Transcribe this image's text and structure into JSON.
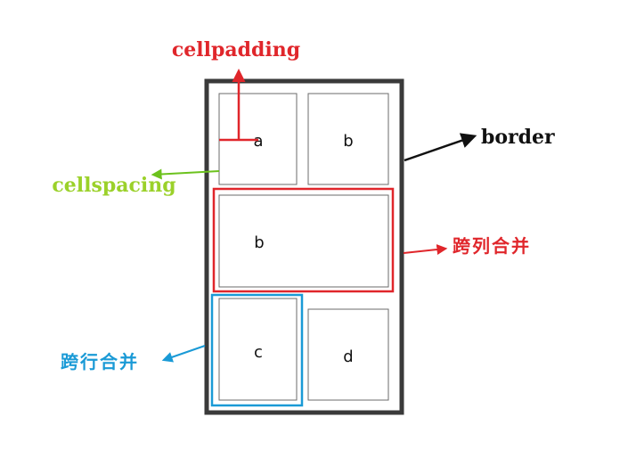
{
  "cells": {
    "a": "a",
    "b_top": "b",
    "b_merged": "b",
    "c": "c",
    "d": "d"
  },
  "annotations": {
    "cellpadding": "cellpadding",
    "cellspacing": "cellspacing",
    "border": "border",
    "colspan": "跨列合并",
    "rowspan": "跨行合并"
  },
  "colors": {
    "cellpadding": "#e0262b",
    "cellspacing": "#9bd12a",
    "border": "#111111",
    "colspan": "#e0262b",
    "rowspan": "#1a9ad6",
    "table_border": "#3a3a3a",
    "cell_border": "#6b6b6b"
  }
}
